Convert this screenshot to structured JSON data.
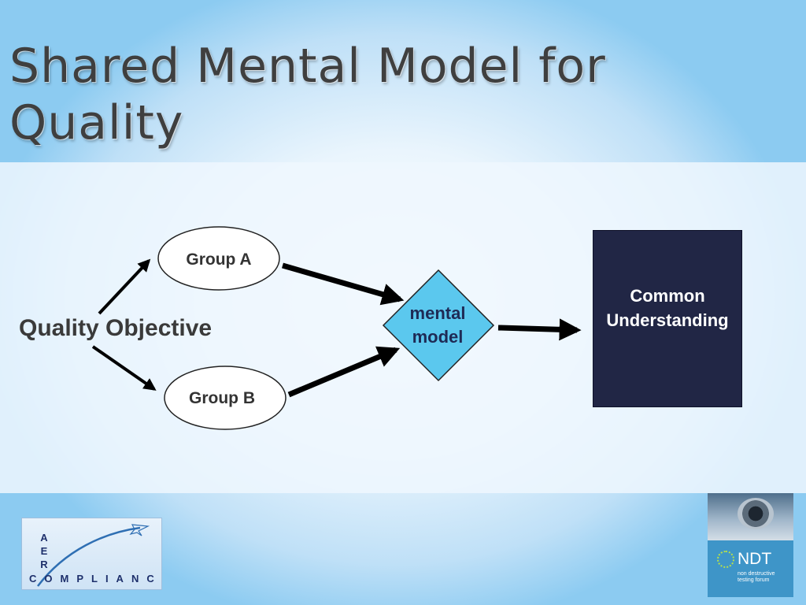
{
  "slide": {
    "title_line1": "Shared Mental Model for",
    "title_line2": "Quality"
  },
  "diagram": {
    "source": "Quality Objective",
    "group_a": "Group A",
    "group_b": "Group B",
    "mental_model_line1": "mental",
    "mental_model_line2": "model",
    "outcome_line1": "Common",
    "outcome_line2": "Understanding"
  },
  "logos": {
    "aero": {
      "letters": [
        "A",
        "E",
        "R"
      ],
      "word": "COMPLIANCE"
    },
    "ndt": {
      "brand": "NDT",
      "tagline_line1": "non destructive",
      "tagline_line2": "testing forum"
    }
  },
  "colors": {
    "ellipse_fill": "#ffffff",
    "diamond_fill": "#5bc8ee",
    "outcome_box": "#212645",
    "arrow": "#000000"
  }
}
